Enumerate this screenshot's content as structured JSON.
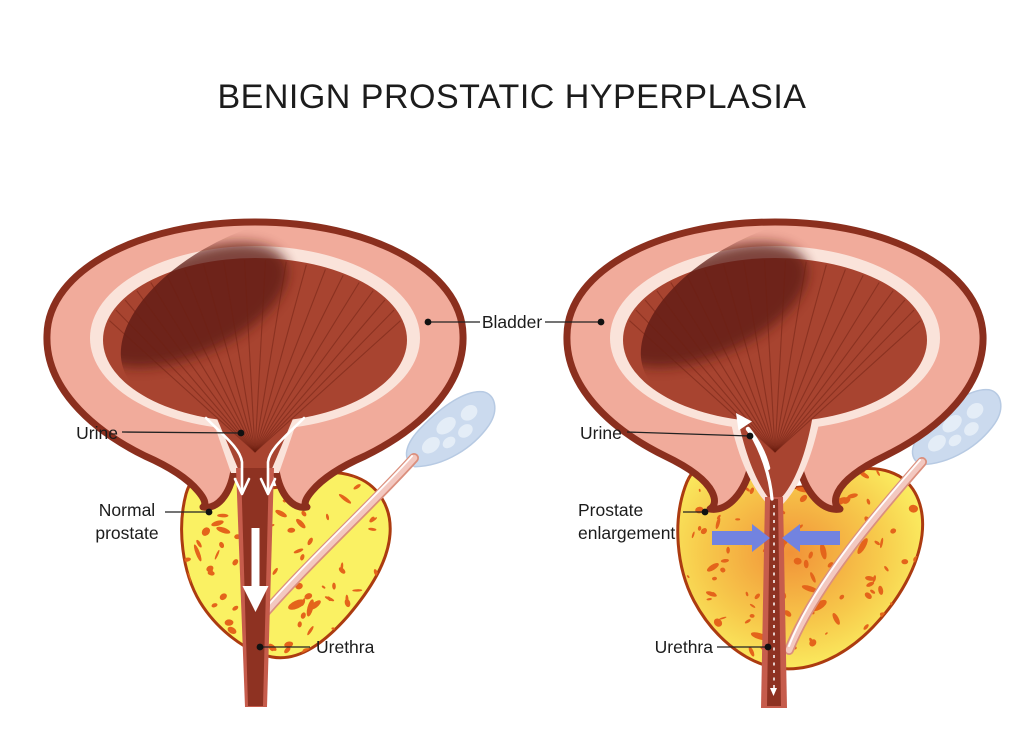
{
  "title": "BENIGN PROSTATIC HYPERPLASIA",
  "panels": {
    "shared": {
      "bladder_label": "Bladder"
    },
    "left": {
      "name": "normal prostate side",
      "urine_label": "Urine",
      "prostate_label_line1": "Normal",
      "prostate_label_line2": "prostate",
      "urethra_label": "Urethra"
    },
    "right": {
      "name": "enlarged prostate side",
      "urine_label": "Urine",
      "prostate_label_line1": "Prostate",
      "prostate_label_line2": "enlargement",
      "urethra_label": "Urethra"
    }
  },
  "colors": {
    "label": "#1C1C1C",
    "outline": "#8B2F1E",
    "bladder-wall": "#F1AB9B",
    "bladder-lining": "#FAE3DA",
    "bladder-interior": "#A84430",
    "interior-shadow": "#5E1F12",
    "striation": "#6E2012",
    "urethra-dark": "#8E3222",
    "urethra-edge": "#C65C4C",
    "prostate-yellow": "#FAF163",
    "prostate-orange": "#F19238",
    "prostate-stroke": "#AC3B10",
    "speckle-orange": "#E4641B",
    "vesicle-blue": "#CBDAEE",
    "vesicle-light": "#E4EDF7",
    "duct-pink": "#F3C8C0",
    "duct-edge": "#DB8F7D",
    "compression-arrow": "#7283E0",
    "flow-arrow": "#FFFFFF"
  }
}
